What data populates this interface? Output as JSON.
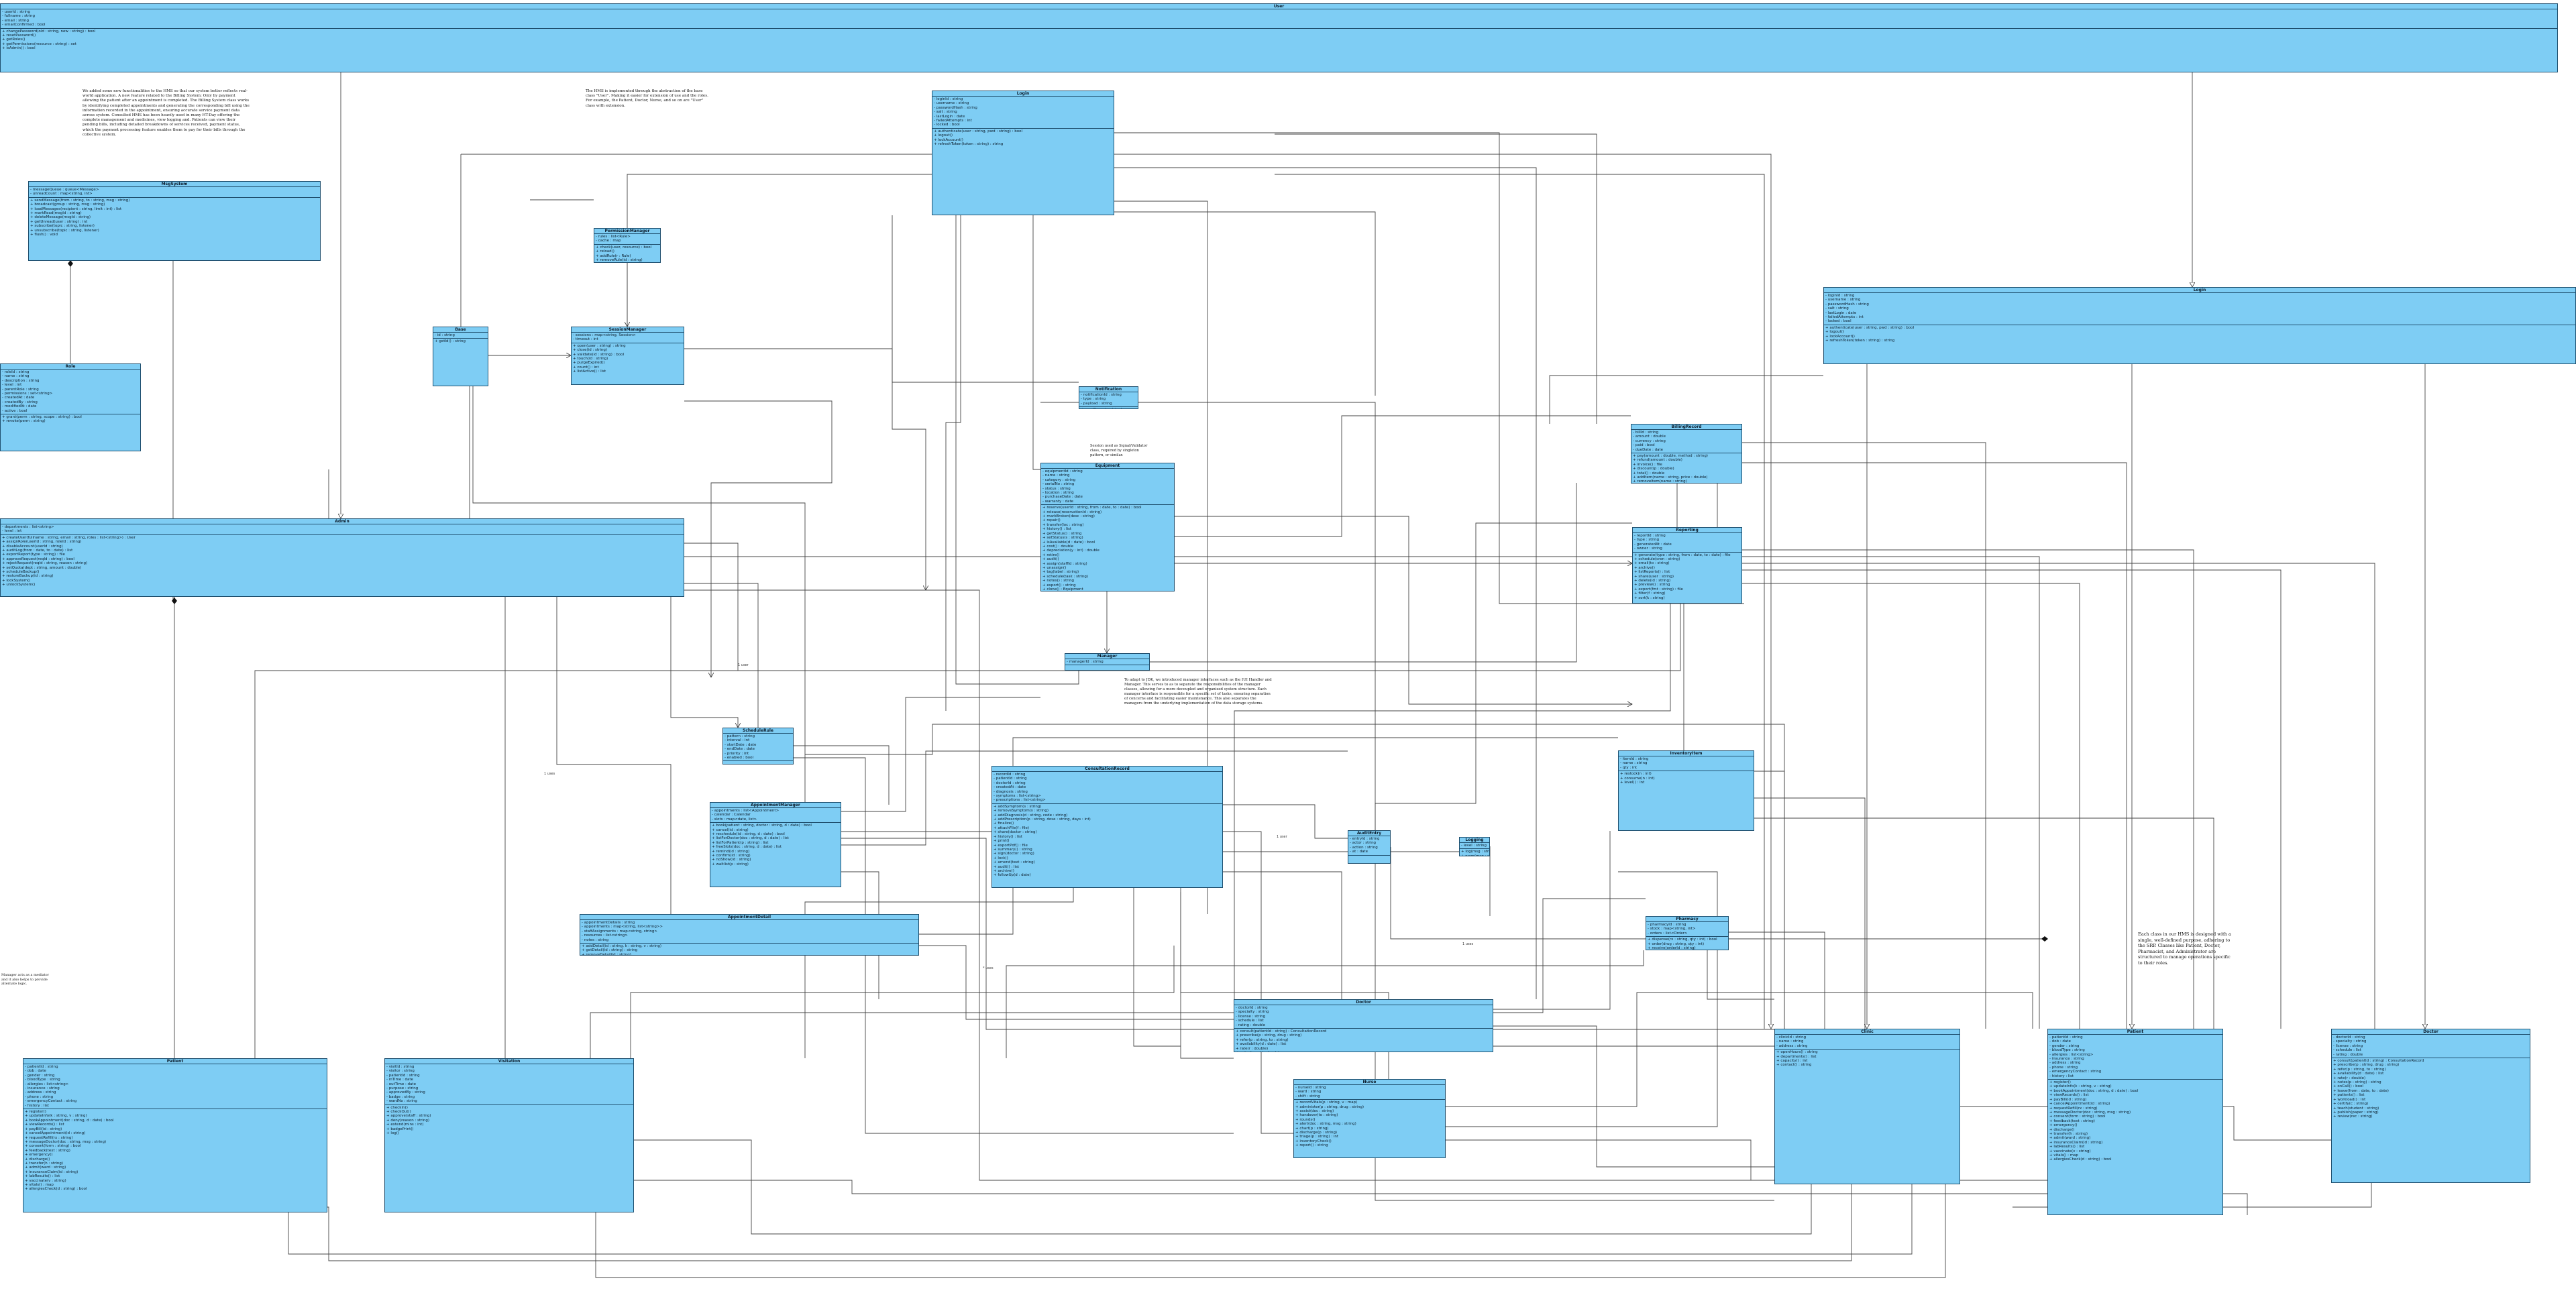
{
  "diagram": {
    "classes": {
      "user": {
        "name": "User",
        "attrs": [
          "- userId : string",
          "- fullname : string",
          "- email : string",
          "- emailConfirmed : bool"
        ],
        "ops": [
          "+ changePassword(old : string, new : string) : bool",
          "+ resetPassword()",
          "+ getRoles()",
          "+ getPermissions(resource : string) : set",
          "+ isAdmin() : bool"
        ]
      },
      "message": {
        "name": "MsgSystem",
        "attrs": [
          "- messageQueue : queue<Message>",
          "- unreadCount : map<string, int>"
        ],
        "ops": [
          "+ sendMessage(from : string, to : string, msg : string)",
          "+ broadcast(group : string, msg : string)",
          "+ loadMessages(recipient : string, limit : int) : list",
          "+ markRead(msgId : string)",
          "+ deleteMessage(msgId : string)",
          "+ getUnread(user : string) : int",
          "+ subscribe(topic : string, listener)",
          "+ unsubscribe(topic : string, listener)",
          "+ flush() : void"
        ]
      },
      "role": {
        "name": "Role",
        "attrs": [
          "- roleId : string",
          "- name : string",
          "- description : string",
          "- level : int",
          "- parentRole : string",
          "- permissions : set<string>",
          "- createdAt : date",
          "- createdBy : string",
          "- modifiedAt : date",
          "- active : bool"
        ],
        "ops": [
          "+ grant(perm : string, scope : string) : bool",
          "+ revoke(perm : string)"
        ]
      },
      "admin": {
        "name": "Admin",
        "attrs": [
          "- departments : list<string>",
          "- level : int"
        ],
        "ops": [
          "+ createUser(fullname : string, email : string, roles : list<string>) : User",
          "+ assignRole(userId : string, roleId : string)",
          "+ disableAccount(userId : string)",
          "+ auditLog(from : date, to : date) : list",
          "+ exportReport(type : string) : file",
          "+ approveRequest(reqId : string) : bool",
          "+ rejectRequest(reqId : string, reason : string)",
          "+ setQuota(dept : string, amount : double)",
          "+ scheduleBackup()",
          "+ restoreBackup(id : string)",
          "+ lockSystem()",
          "+ unlockSystem()"
        ]
      },
      "staff": {
        "name": "Login",
        "attrs": [
          "- loginId : string",
          "- username : string",
          "- passwordHash : string",
          "- salt : string",
          "- lastLogin : date",
          "- failedAttempts : int",
          "- locked : bool"
        ],
        "ops": [
          "+ authenticate(user : string, pwd : string) : bool",
          "+ logout()",
          "+ lockAccount()",
          "+ refreshToken(token : string) : string"
        ]
      },
      "permission": {
        "name": "PermissionManager",
        "attrs": [
          "- rules : list<Rule>",
          "- cache : map"
        ],
        "ops": [
          "+ check(user, resource) : bool",
          "+ reload()",
          "+ addRule(r : Rule)",
          "+ removeRule(id : string)",
          "+ listRules() : list"
        ]
      },
      "session": {
        "name": "SessionManager",
        "attrs": [
          "- sessions : map<string, Session>",
          "- timeout : int"
        ],
        "ops": [
          "+ open(user : string) : string",
          "+ close(id : string)",
          "+ validate(id : string) : bool",
          "+ touch(id : string)",
          "+ purgeExpired()",
          "+ count() : int",
          "+ listActive() : list"
        ]
      },
      "base": {
        "name": "Base",
        "attrs": [
          "- id : string"
        ],
        "ops": [
          "+ getId() : string"
        ]
      },
      "notify": {
        "name": "Notification",
        "attrs": [
          "- notificationId : string",
          "- type : string",
          "- payload : string"
        ],
        "ops": [
          "+ send(target : string)",
          "+ retry()",
          "+ cancel()"
        ]
      },
      "equipment": {
        "name": "Equipment",
        "attrs": [
          "- equipmentId : string",
          "- name : string",
          "- category : string",
          "- serialNo : string",
          "- status : string",
          "- location : string",
          "- purchaseDate : date",
          "- warranty : date"
        ],
        "ops": [
          "+ reserve(userId : string, from : date, to : date) : bool",
          "+ release(reservationId : string)",
          "+ markBroken(desc : string)",
          "+ repair()",
          "+ transfer(loc : string)",
          "+ history() : list",
          "+ getStatus() : string",
          "+ setStatus(s : string)",
          "+ isAvailable(d : date) : bool",
          "+ cost() : double",
          "+ depreciation(y : int) : double",
          "+ retire()",
          "+ audit()",
          "+ assign(staffId : string)",
          "+ unassign()",
          "+ tag(label : string)",
          "+ schedule(task : string)",
          "+ notes() : string",
          "+ export() : string",
          "+ clone() : Equipment",
          "+ validate() : bool",
          "+ owner() : string"
        ]
      },
      "sms": {
        "name": "Manager",
        "attrs": [
          "- managerId : string"
        ],
        "ops": []
      },
      "schedule": {
        "name": "ScheduleRule",
        "attrs": [
          "- pattern : string",
          "- interval : int",
          "- startDate : date",
          "- endDate : date",
          "- priority : int",
          "- enabled : bool"
        ],
        "ops": []
      },
      "appointment": {
        "name": "AppointmentManager",
        "attrs": [
          "- appointments : list<Appointment>",
          "- calendar : Calendar",
          "- slots : map<date, list>"
        ],
        "ops": [
          "+ book(patient : string, doctor : string, d : date) : bool",
          "+ cancel(id : string)",
          "+ reschedule(id : string, d : date) : bool",
          "+ listForDoctor(doc : string, d : date) : list",
          "+ listForPatient(p : string) : list",
          "+ freeSlots(doc : string, d : date) : list",
          "+ remind(id : string)",
          "+ confirm(id : string)",
          "+ noShow(id : string)",
          "+ waitlist(p : string)"
        ]
      },
      "appointmentdetail": {
        "name": "AppointmentDetail",
        "attrs": [
          "- appointmentDetails : string",
          "- appointments : map<string, list<string>>",
          "- staffAssignments : map<string, string>",
          "- resources : list<string>",
          "- notes : string"
        ],
        "ops": [
          "+ addDetail(id : string, k : string, v : string)",
          "+ getDetail(id : string) : string",
          "+ removeDetail(id : string)",
          "+ listDetails() : list"
        ]
      },
      "consultation": {
        "name": "ConsultationRecord",
        "attrs": [
          "- recordId : string",
          "- patientId : string",
          "- doctorId : string",
          "- createdAt : date",
          "- diagnosis : string",
          "- symptoms : list<string>",
          "- prescriptions : list<string>"
        ],
        "ops": [
          "+ addSymptom(s : string)",
          "+ removeSymptom(s : string)",
          "+ addDiagnosis(d : string, code : string)",
          "+ addPrescription(p : string, dose : string, days : int)",
          "+ finalize()",
          "+ attachFile(f : file)",
          "+ share(doctor : string)",
          "+ history() : list",
          "+ print()",
          "+ exportPdf() : file",
          "+ summary() : string",
          "+ sign(doctor : string)",
          "+ lock()",
          "+ amend(text : string)",
          "+ audit() : list",
          "+ archive()",
          "+ followUp(d : date)"
        ]
      },
      "billing": {
        "name": "BillingRecord",
        "attrs": [
          "- billId : string",
          "- amount : double",
          "- currency : string",
          "- paid : bool",
          "- dueDate : date"
        ],
        "ops": [
          "+ pay(amount : double, method : string)",
          "+ refund(amount : double)",
          "+ invoice() : file",
          "+ discount(p : double)",
          "+ total() : double",
          "+ addItem(name : string, price : double)",
          "+ removeItem(name : string)",
          "+ overdue() : bool",
          "+ remind()",
          "+ writeOff()",
          "+ tax() : double",
          "+ split(n : int) : list",
          "+ currencyConvert(c : string) : double"
        ]
      },
      "report": {
        "name": "Reporting",
        "attrs": [
          "- reportId : string",
          "- type : string",
          "- generatedAt : date",
          "- owner : string"
        ],
        "ops": [
          "+ generate(type : string, from : date, to : date) : file",
          "+ schedule(cron : string)",
          "+ email(to : string)",
          "+ archive()",
          "+ listReports() : list",
          "+ share(user : string)",
          "+ delete(id : string)",
          "+ preview() : string",
          "+ export(fmt : string) : file",
          "+ filter(f : string)",
          "+ sort(k : string)"
        ]
      },
      "inventory": {
        "name": "InventoryItem",
        "attrs": [
          "- itemId : string",
          "- name : string",
          "- qty : int"
        ],
        "ops": [
          "+ restock(n : int)",
          "+ consume(n : int)",
          "+ level() : int"
        ]
      },
      "audit": {
        "name": "AuditEntry",
        "attrs": [
          "- entryId : string",
          "- actor : string",
          "- action : string",
          "- at : date"
        ],
        "ops": []
      },
      "logging": {
        "name": "Logging",
        "attrs": [
          "- level : string"
        ],
        "ops": [
          "+ log(msg : string)",
          "+ warn(msg : string)"
        ]
      },
      "pharmacy": {
        "name": "Pharmacy",
        "attrs": [
          "- pharmacyId : string",
          "- stock : map<string, int>",
          "- orders : list<Order>"
        ],
        "ops": [
          "+ dispense(rx : string, qty : int) : bool",
          "+ order(drug : string, qty : int)",
          "+ receive(orderId : string)",
          "+ expiry(drug : string) : date",
          "+ lowStock() : list",
          "+ price(drug : string) : double",
          "+ substitute(drug : string) : list",
          "+ recall(batch : string)",
          "+ stockTake()",
          "+ supplier(drug : string) : string"
        ]
      },
      "doctor": {
        "name": "Doctor",
        "attrs": [
          "- doctorId : string",
          "- specialty : string",
          "- license : string",
          "- schedule : list",
          "- rating : double"
        ],
        "ops": [
          "+ consult(patientId : string) : ConsultationRecord",
          "+ prescribe(p : string, drug : string)",
          "+ refer(p : string, to : string)",
          "+ availability(d : date) : list",
          "+ rate(r : double)",
          "+ notes(p : string) : string",
          "+ onCall() : bool",
          "+ leave(from : date, to : date)",
          "+ patients() : list",
          "+ workload() : int",
          "+ certify(c : string)",
          "+ teach(student : string)",
          "+ publish(paper : string)",
          "+ review(rec : string)"
        ]
      },
      "patient": {
        "name": "Patient",
        "attrs": [
          "- patientId : string",
          "- dob : date",
          "- gender : string",
          "- bloodType : string",
          "- allergies : list<string>",
          "- insurance : string",
          "- address : string",
          "- phone : string",
          "- emergencyContact : string",
          "- history : list"
        ],
        "ops": [
          "+ register()",
          "+ updateInfo(k : string, v : string)",
          "+ bookAppointment(doc : string, d : date) : bool",
          "+ viewRecords() : list",
          "+ payBill(id : string)",
          "+ cancelAppointment(id : string)",
          "+ requestRefill(rx : string)",
          "+ messageDoctor(doc : string, msg : string)",
          "+ consent(form : string) : bool",
          "+ feedback(text : string)",
          "+ emergency()",
          "+ discharge()",
          "+ transfer(h : string)",
          "+ admit(ward : string)",
          "+ insuranceClaim(id : string)",
          "+ labResults() : list",
          "+ vaccinate(v : string)",
          "+ vitals() : map",
          "+ allergiesCheck(d : string) : bool"
        ]
      },
      "visitlog": {
        "name": "Visitation",
        "attrs": [
          "- visitId : string",
          "- visitor : string",
          "- patientId : string",
          "- inTime : date",
          "- outTime : date",
          "- purpose : string",
          "- approvedBy : string",
          "- badge : string",
          "- wardNo : string"
        ],
        "ops": [
          "+ checkIn()",
          "+ checkOut()",
          "+ approve(staff : string)",
          "+ deny(reason : string)",
          "+ extend(mins : int)",
          "+ badgePrint()",
          "+ log()"
        ]
      },
      "labtest": {
        "name": "Nurse",
        "attrs": [
          "- nurseId : string",
          "- ward : string",
          "- shift : string"
        ],
        "ops": [
          "+ recordVitals(p : string, v : map)",
          "+ administer(p : string, drug : string)",
          "+ assist(doc : string)",
          "+ handover(to : string)",
          "+ rounds()",
          "+ alert(doc : string, msg : string)",
          "+ chart(p : string)",
          "+ discharge(p : string)",
          "+ triage(p : string) : int",
          "+ inventoryCheck()",
          "+ report() : string"
        ]
      },
      "hospital": {
        "name": "Clinic",
        "attrs": [
          "- clinicId : string",
          "- name : string",
          "- address : string"
        ],
        "ops": [
          "+ openHours() : string",
          "+ departments() : list",
          "+ capacity() : int",
          "+ contact() : string"
        ]
      }
    },
    "notes": {
      "top_left": "We added some new functionalities to the HMS so that our system better reflects real-world application. A new feature related to the Billing System: Only by payment allowing the patient after an appointment is completed. The Billing System class works by identifying completed appointments and generating the corresponding bill using the information recorded in the appointment, ensuring accurate service payment data across system. Consulted HMS has been heavily used in many HT-Day offering the complete management and medicines, view logging and. Patients can view their pending bills, including detailed breakdowns of services received, payment status, which the payment processing feature enables them to pay for their bills through the collective system.",
      "top_mid": "The HMS is implemented through the abstraction of the base class \"User\". Making it easier for extension of use and the roles. For example, the Patient, Doctor, Nurse, and so on are \"User\" class with extension.",
      "center_a": "Session used as Signal/Validator class, required by singleton pattern, or similar.",
      "center_b": "To adapt to JDK, we introduced manager interfaces such as the IUI Handler and Manager. This serves to as to separate the responsibilities of the manager classes, allowing for a more decoupled and organized system structure. Each manager interface is responsible for a specific set of tasks, ensuring separation of concerns and facilitating easier maintenance. This also separates the managers from the underlying implementation of the data storage systems.",
      "right": "Each class in our HMS is designed with a single, well-defined purpose, adhering to the SRP. Classes like Patient, Doctor, Pharmacist, and Administrator are structured to manage operations specific to their roles.",
      "left_small": "Manager acts as a mediator\nand it also helps to provide\nalternate logic."
    },
    "labels": [
      "1 user",
      "1 uses",
      "1 user",
      "* uses",
      "1 uses"
    ],
    "icon": "uml-class-diagram"
  }
}
